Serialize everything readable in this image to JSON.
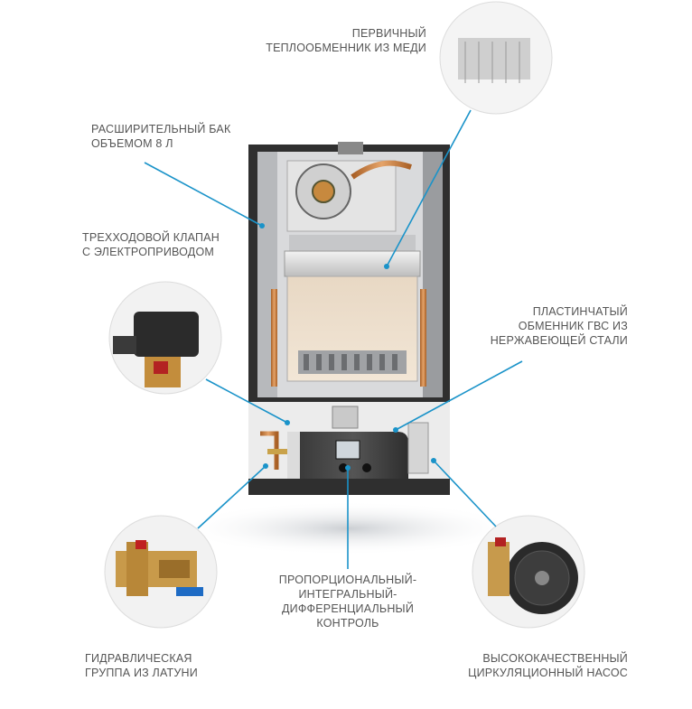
{
  "labels": {
    "heat_exchanger": [
      "ПЕРВИЧНЫЙ",
      "ТЕПЛООБМЕННИК ИЗ МЕДИ"
    ],
    "expansion_tank": [
      "РАСШИРИТЕЛЬНЫЙ БАК",
      "ОБЪЕМОМ 8 Л"
    ],
    "three_way_valve": [
      "ТРЕХХОДОВОЙ КЛАПАН",
      "С ЭЛЕКТРОПРИВОДОМ"
    ],
    "plate_exchanger": [
      "ПЛАСТИНЧАТЫЙ",
      "ОБМЕННИК ГВС ИЗ",
      "НЕРЖАВЕЮЩЕЙ СТАЛИ"
    ],
    "pid_control": [
      "ПРОПОРЦИОНАЛЬНЫЙ-",
      "ИНТЕГРАЛЬНЫЙ-",
      "ДИФФЕРЕНЦИАЛЬНЫЙ",
      "КОНТРОЛЬ"
    ],
    "hydraulic_group": [
      "ГИДРАВЛИЧЕСКАЯ",
      "ГРУППА ИЗ ЛАТУНИ"
    ],
    "pump": [
      "ВЫСОКОКАЧЕСТВЕННЫЙ",
      "ЦИРКУЛЯЦИОННЫЙ НАСОС"
    ]
  },
  "colors": {
    "leader_line": "#1a93c9",
    "label_text": "#555555",
    "boiler_frame": "#2b2b2b",
    "copper": "#c77a3a"
  }
}
